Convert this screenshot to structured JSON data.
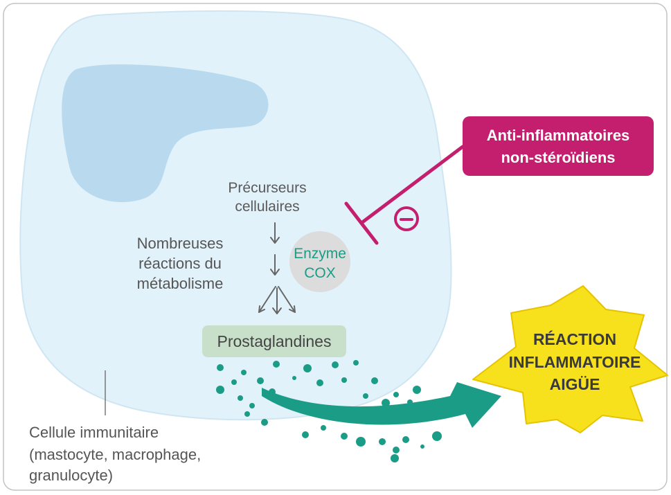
{
  "diagram": {
    "nsaid": {
      "line1": "Anti-inflammatoires",
      "line2": "non-stéroïdiens"
    },
    "precursors": {
      "line1": "Précurseurs",
      "line2": "cellulaires"
    },
    "metabolism": {
      "line1": "Nombreuses",
      "line2": "réactions du",
      "line3": "métabolisme"
    },
    "enzyme": {
      "line1": "Enzyme",
      "line2": "COX"
    },
    "product": {
      "label": "Prostaglandines"
    },
    "outcome": {
      "line1": "RÉACTION",
      "line2": "INFLAMMATOIRE",
      "line3": "AIGÜE"
    },
    "cell": {
      "line1": "Cellule immunitaire",
      "line2": "(mastocyte, macrophage,",
      "line3": "granulocyte)"
    }
  },
  "icons": {
    "inhibition": "minus-circle-icon",
    "inhibition_bar": "t-bar-inhibitor-icon",
    "flow": "arrow-down-icon",
    "effect": "curved-arrow-icon",
    "outcome_shape": "star-burst-icon",
    "molecules": "dot-icon"
  },
  "colors": {
    "magenta": "#c41f6e",
    "teal": "#1a9c86",
    "star_yellow": "#f7e11d",
    "star_edge": "#e5c300",
    "cell": "#e2f2fa",
    "cell_edge": "#cfe6f2",
    "nucleus": "#b8d9ee",
    "enzyme_grey": "#dcdcdc",
    "product_green": "#c8dfca"
  }
}
